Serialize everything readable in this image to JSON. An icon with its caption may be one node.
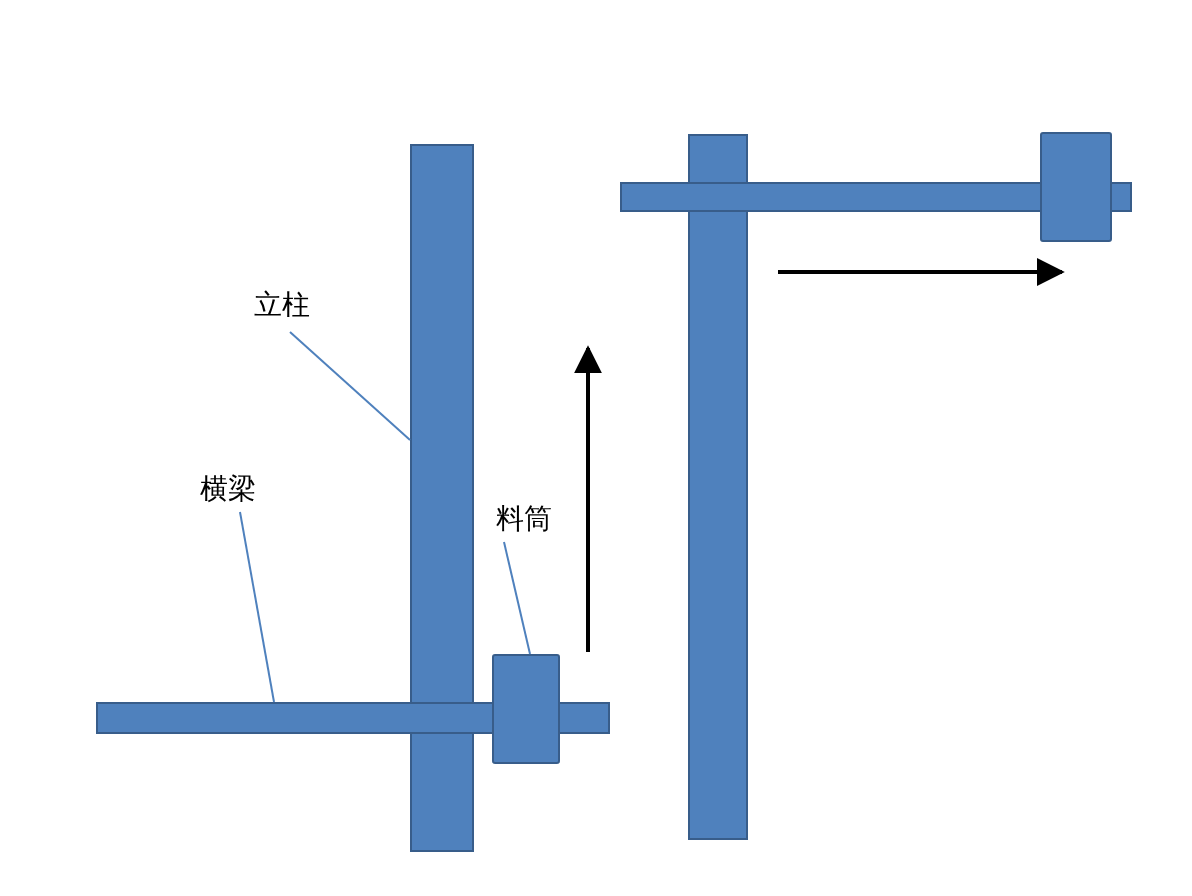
{
  "diagram": {
    "nodes": [
      {
        "text": [
          "立柱"
        ]
      },
      {
        "text": [],
        "shape": "bar"
      },
      {
        "text": [
          "横梁"
        ]
      },
      {
        "text": [],
        "shape": "bar"
      },
      {
        "text": [
          "料筒"
        ]
      },
      {
        "text": [],
        "shape": "box"
      },
      {
        "text": [],
        "shape": "bar"
      },
      {
        "text": [],
        "shape": "bar"
      },
      {
        "text": [],
        "shape": "box"
      }
    ],
    "edges": [
      {
        "from": 0,
        "to": 1,
        "arrow": "none"
      },
      {
        "from": 2,
        "to": 3,
        "arrow": "none"
      },
      {
        "from": 4,
        "to": 5,
        "arrow": "none"
      }
    ]
  }
}
